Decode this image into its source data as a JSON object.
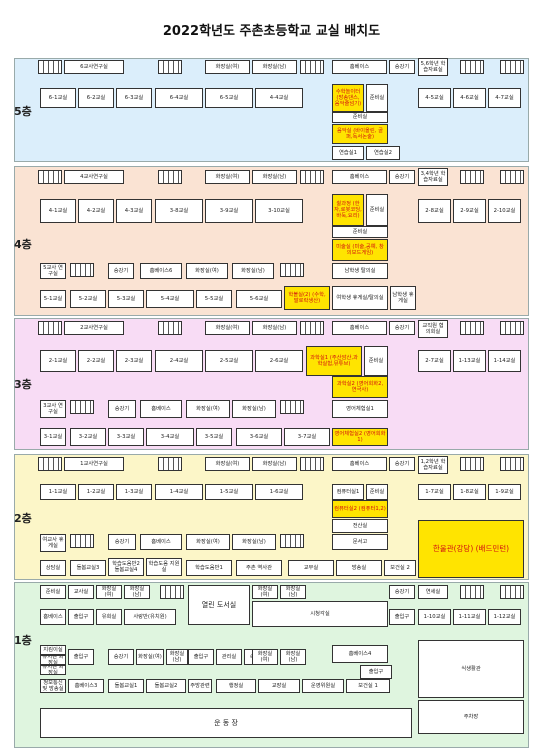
{
  "title": "2022학년도 주촌초등학교 교실 배치도",
  "floors": {
    "f5": {
      "label": "5층",
      "rooms": [
        "6교사연구실",
        "화장실(여)",
        "화장실(남)",
        "홈베이스",
        "승강기",
        "5,6학년 학습자료실",
        "6-1교실",
        "6-2교실",
        "6-3교실",
        "6-4교실",
        "6-5교실",
        "4-4교실",
        "수학놀이터 (방송댄스, 음악줄넘기)",
        "준비실",
        "4-5교실",
        "4-6교실",
        "4-7교실",
        "준비실",
        "음악실 (바이올린, 골퍼,독서논술)",
        "연습실1",
        "연습실2"
      ]
    },
    "f4": {
      "label": "4층",
      "rooms": [
        "4교사연구실",
        "화장실(여)",
        "화장실(남)",
        "홈베이스",
        "승강기",
        "3,4학년 학습자료실",
        "4-1교실",
        "4-2교실",
        "4-3교실",
        "3-8교실",
        "3-9교실",
        "3-10교실",
        "쉴과정 (한자,로봇코딩,바둑,요리)",
        "준비실",
        "2-8교실",
        "2-9교실",
        "2-10교실",
        "준비실",
        "미술실 (미술,공예, 창의보드게임)",
        "5교사 연구실",
        "승강기",
        "홈베이스6",
        "화장실(여)",
        "화장실(남)",
        "남학생 탈의실",
        "5-1교실",
        "5-2교실",
        "5-3교실",
        "5-4교실",
        "5-5교실",
        "5-6교실",
        "학볼실(2) (수학,말로락생산)",
        "여학생 휴게실/탈의실",
        "남학생 휴게실"
      ]
    },
    "f3": {
      "label": "3층",
      "rooms": [
        "2교사연구실",
        "화장실(여)",
        "화장실(남)",
        "홈베이스",
        "승강기",
        "교직원 협의회실",
        "2-1교실",
        "2-2교실",
        "2-3교실",
        "2-4교실",
        "2-5교실",
        "2-6교실",
        "과학실1 (주산암산,과학실험,뮤튜브)",
        "준비실",
        "2-7교실",
        "1-13교실",
        "1-14교실",
        "과학실2 (영어회화2, 연극사)",
        "3교사 연구실",
        "승강기",
        "홈베이스",
        "화장실(여)",
        "화장실(남)",
        "영어체험실1",
        "3-1교실",
        "3-2교실",
        "3-3교실",
        "3-4교실",
        "3-5교실",
        "3-6교실",
        "3-7교실",
        "영어체험실2 (영어회화1)"
      ]
    },
    "f2": {
      "label": "2층",
      "rooms": [
        "1교사연구실",
        "화장실(여)",
        "화장실(남)",
        "홈베이스",
        "승강기",
        "1,2학년 학습자료실",
        "1-1교실",
        "1-2교실",
        "1-3교실",
        "1-4교실",
        "1-5교실",
        "1-6교실",
        "컴퓨터실1",
        "준비실",
        "1-7교실",
        "1-8교실",
        "1-9교실",
        "컴퓨터실2 (컴퓨터1,2)",
        "전산실",
        "여교사 휴게실",
        "승강기",
        "홈베이스",
        "화장실(여)",
        "화장실(남)",
        "문서고",
        "상담실",
        "돌봄교실3",
        "학습도움반2 돌봄교실4",
        "학습도움 지원실",
        "학습도움반1",
        "주촌 역사관",
        "교무실",
        "방송실",
        "보건실 2",
        "한울관(강당) (배드민턴)"
      ]
    },
    "f1": {
      "label": "1층",
      "rooms": [
        "준비실",
        "교사실",
        "화장실(여)",
        "화장실(남)",
        "열린 도서실",
        "화장실(여)",
        "화장실(남)",
        "승강기",
        "연세실",
        "홈베이스",
        "출입구",
        "유희실",
        "사랑반(유치원)",
        "시청각실",
        "출입구",
        "1-10교실",
        "1-11교실",
        "1-12교실",
        "지킴이실",
        "유치원 화장실",
        "유치원 화장실",
        "출입구",
        "승강기",
        "화장실(여)",
        "화장실(남)",
        "출입구",
        "관리실",
        "숙직실",
        "화장실(여)",
        "화장실(남)",
        "홈베이스4",
        "출입구",
        "식생활관",
        "정보통신 및 방송실",
        "홈베이스3",
        "돌봄교실1",
        "돌봄교실2",
        "주방관련",
        "행정실",
        "교장실",
        "운영위원실",
        "보건실 1",
        "주차장",
        "운 동 장"
      ]
    }
  },
  "colors": {
    "f5": "#dbeefb",
    "f4": "#fae3d3",
    "f3": "#f8dcf5",
    "f2": "#fcf6c8",
    "f1": "#dff5df",
    "highlight": "#ffe400",
    "highlight_text": "#d21010"
  }
}
